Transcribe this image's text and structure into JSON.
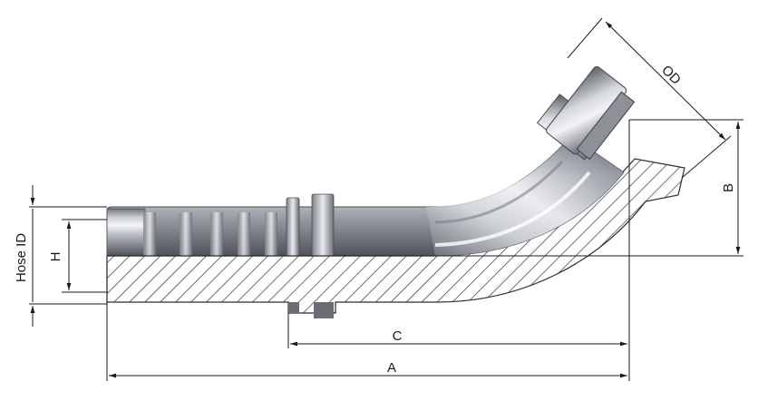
{
  "dimensions": {
    "a_label": "A",
    "b_label": "B",
    "c_label": "C",
    "h_label": "H",
    "od_label": "OD",
    "hose_id_label": "Hose ID"
  },
  "colors": {
    "metal_light": "#e8eaed",
    "metal_mid": "#a9adb3",
    "metal_dark": "#5d6168",
    "hatch": "#3a3d42",
    "line": "#1a1a1a"
  }
}
